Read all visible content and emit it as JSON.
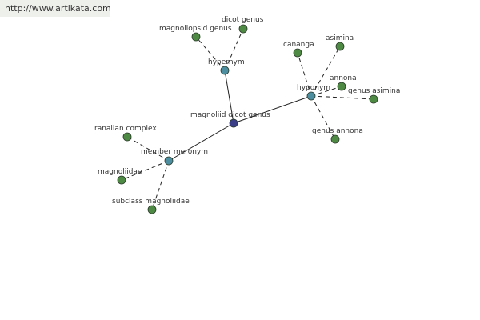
{
  "watermark": {
    "text": "http://www.artikata.com"
  },
  "colors": {
    "leaf": "#4f8a45",
    "relation": "#4d8ea0",
    "center": "#3b3f88",
    "stroke": "#2a3a2a"
  },
  "nodes": {
    "center": {
      "label": "magnoliid dicot genus"
    },
    "hypernym": {
      "label": "hypernym"
    },
    "hyponym": {
      "label": "hyponym"
    },
    "member_meronym": {
      "label": "member meronym"
    },
    "magnoliopsid_genus": {
      "label": "magnoliopsid genus"
    },
    "dicot_genus": {
      "label": "dicot genus"
    },
    "cananga": {
      "label": "cananga"
    },
    "asimina": {
      "label": "asimina"
    },
    "annona": {
      "label": "annona"
    },
    "genus_asimina": {
      "label": "genus asimina"
    },
    "genus_annona": {
      "label": "genus annona"
    },
    "ranalian_complex": {
      "label": "ranalian complex"
    },
    "magnoliidae": {
      "label": "magnoliidae"
    },
    "subclass_magnoliidae": {
      "label": "subclass magnoliidae"
    }
  }
}
